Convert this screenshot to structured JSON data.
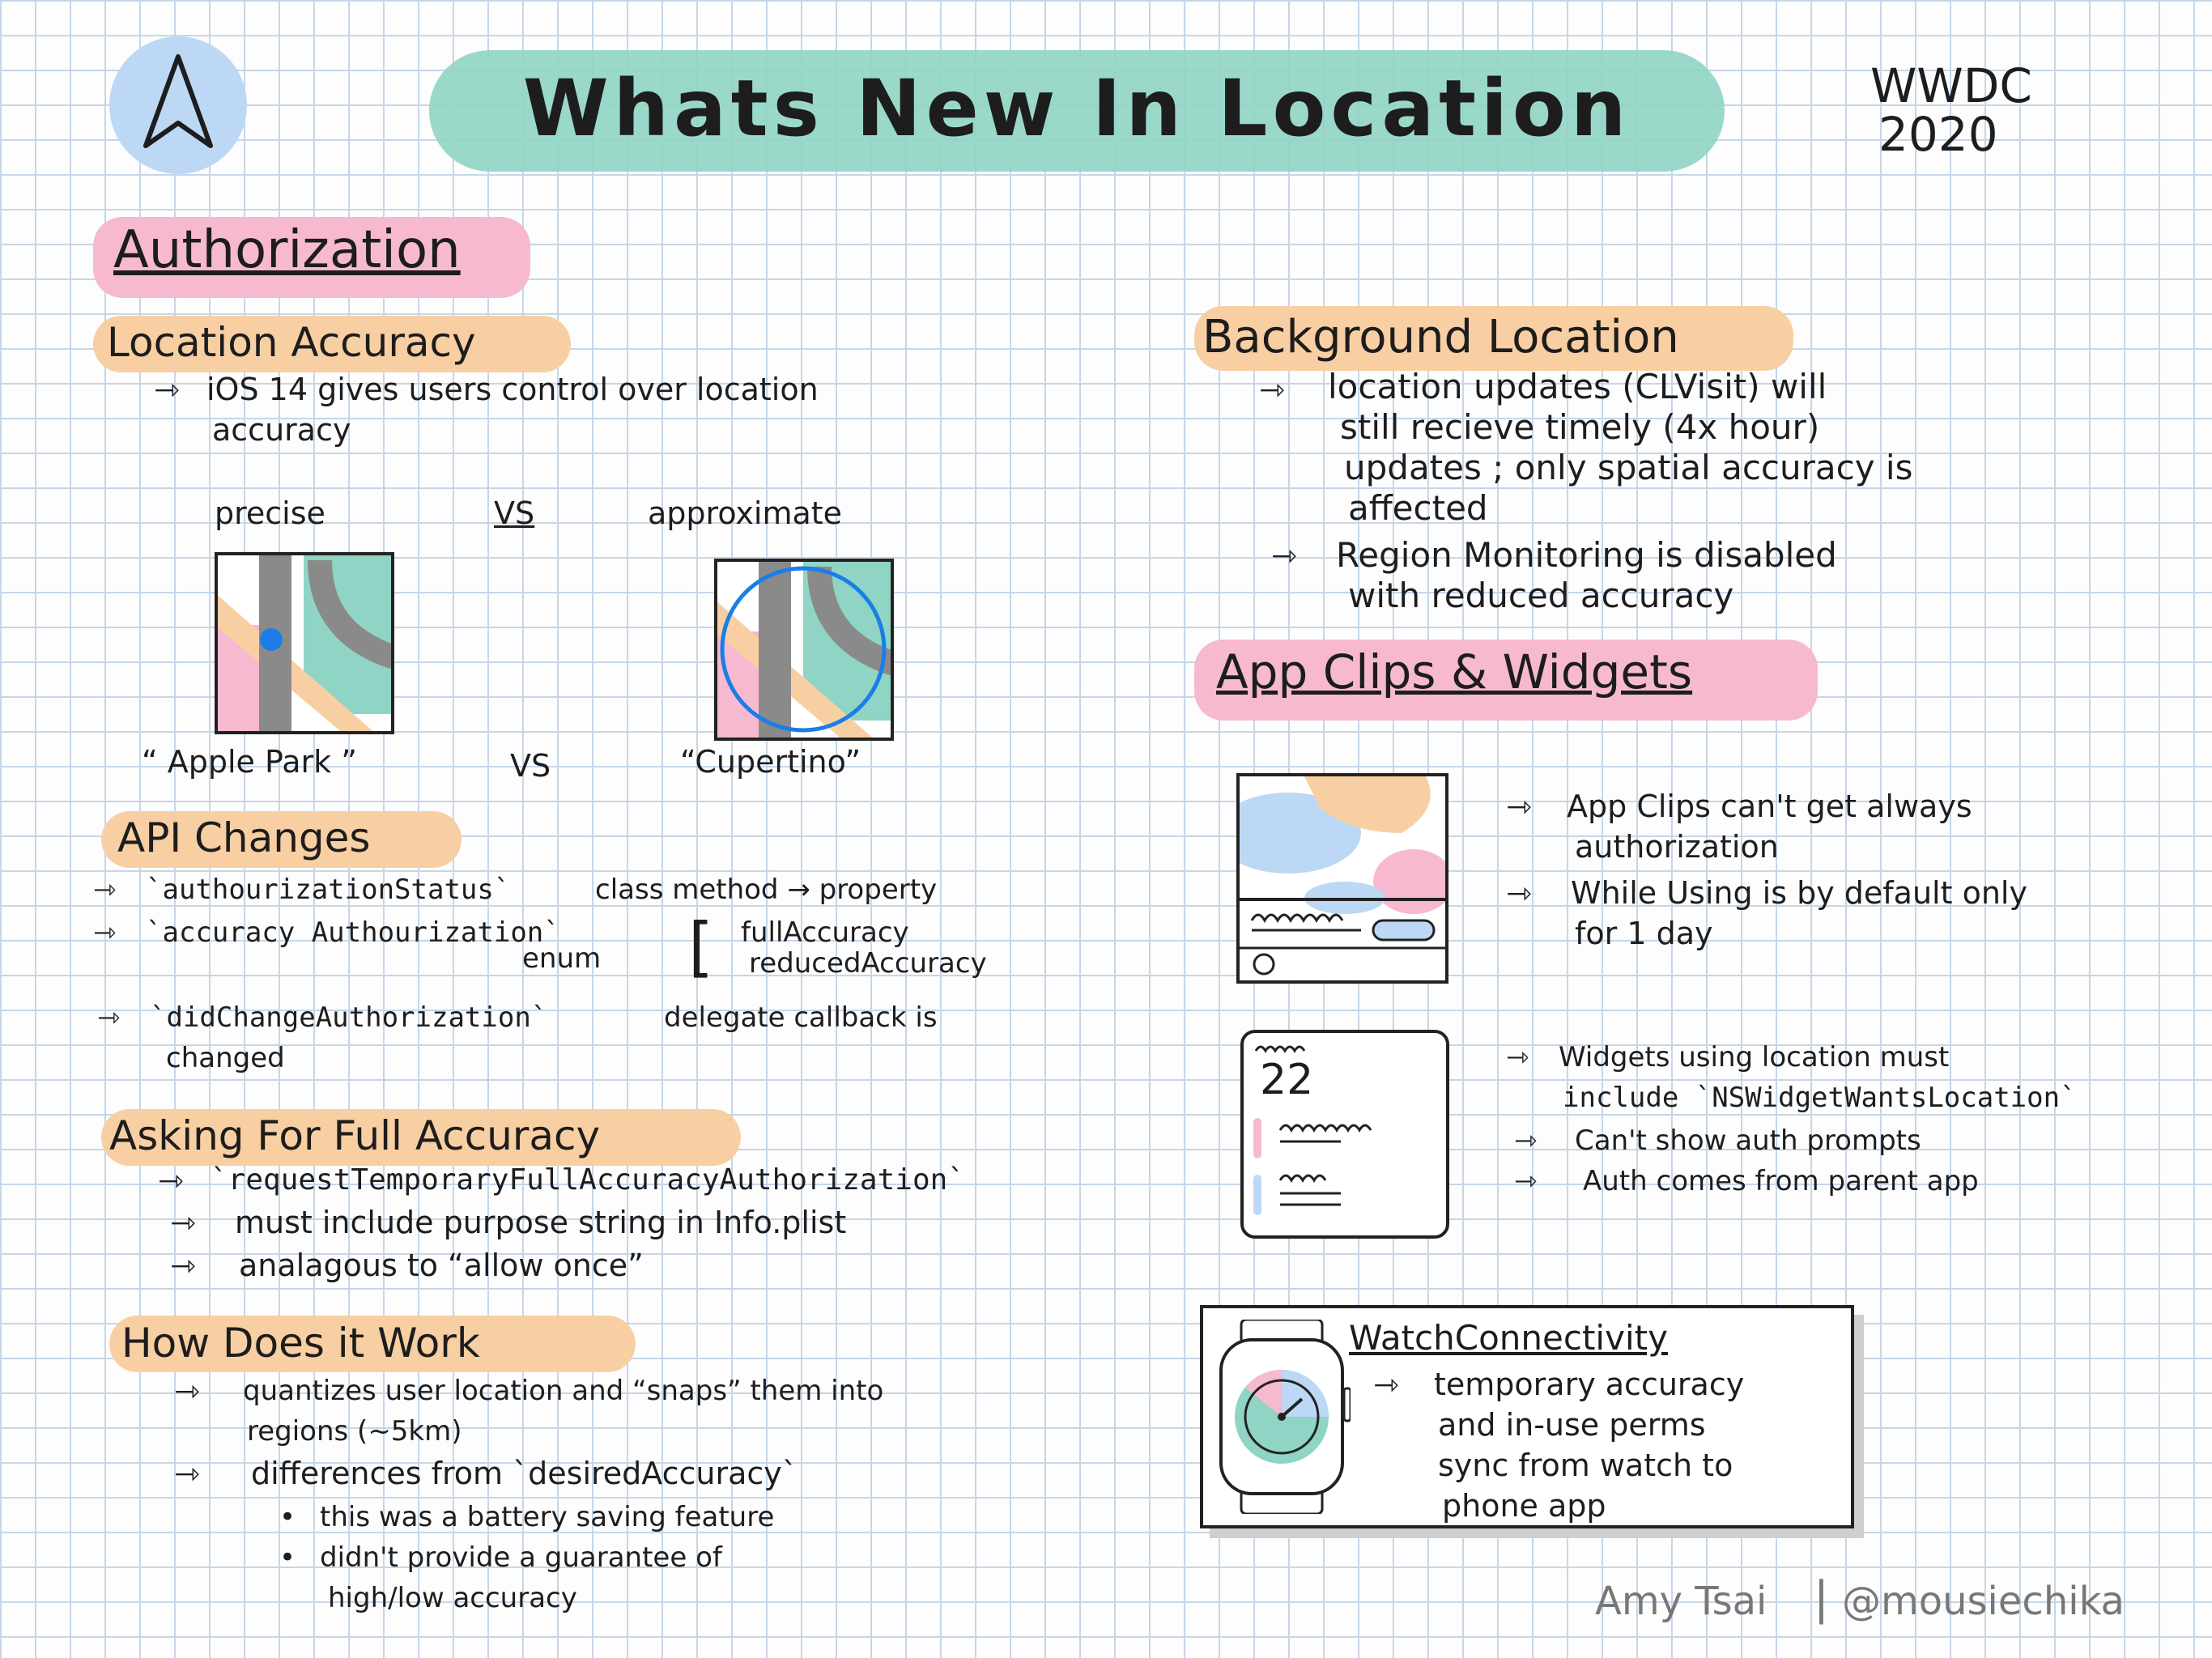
{
  "header": {
    "title": "Whats New In Location",
    "event_line1": "WWDC",
    "event_line2": "2020"
  },
  "colors": {
    "teal": "#8fd4c4",
    "pink": "#f6b9cf",
    "orange": "#f8cfa3",
    "blue": "#1a7ee6",
    "logo_blue": "#bcd8f5"
  },
  "icons": {
    "logo": "location-arrow-icon"
  },
  "authorization": {
    "heading": "Authorization",
    "location_accuracy": {
      "heading": "Location Accuracy",
      "bullet_line1": "iOS 14 gives users control over location",
      "bullet_line2": "accuracy",
      "label_precise": "precise",
      "label_vs_top": "VS",
      "label_approximate": "approximate",
      "caption_precise": "“ Apple Park ”",
      "caption_vs": "VS",
      "caption_approximate": "“Cupertino”"
    },
    "api_changes": {
      "heading": "API Changes",
      "line1_code": "`authourizationStatus`",
      "line1_text": "class method → property",
      "line2_code": "`accuracy Authourization`",
      "line2_enum": "enum",
      "enum_value1": "fullAccuracy",
      "enum_value2": "reducedAccuracy",
      "line3_code": "`didChangeAuthorization`",
      "line3_text": "delegate callback is",
      "line3_cont": "changed"
    },
    "asking_full_accuracy": {
      "heading": "Asking For Full Accuracy",
      "bullet1": "`requestTemporaryFullAccuracyAuthorization`",
      "bullet2": "must include purpose string in Info.plist",
      "bullet3": "analagous to “allow once”"
    },
    "how_it_works": {
      "heading": "How Does it Work",
      "bullet1_line1": "quantizes user location and “snaps” them into",
      "bullet1_line2": "regions (~5km)",
      "bullet2": "differences from `desiredAccuracy`",
      "sub1": "this was a battery saving feature",
      "sub2_line1": "didn't provide a guarantee of",
      "sub2_line2": "high/low accuracy"
    }
  },
  "background_location": {
    "heading": "Background Location",
    "bullet1_line1": "location updates (CLVisit) will",
    "bullet1_line2": "still recieve timely (4x hour)",
    "bullet1_line3": "updates ; only spatial accuracy is",
    "bullet1_line4": "affected",
    "bullet2_line1": "Region Monitoring is disabled",
    "bullet2_line2": "with reduced accuracy"
  },
  "app_clips_widgets": {
    "heading": "App Clips & Widgets",
    "clips_bullet1_line1": "App Clips can't get always",
    "clips_bullet1_line2": "authorization",
    "clips_bullet2_line1": "While Using is by default only",
    "clips_bullet2_line2": "for 1 day",
    "widget_number": "22",
    "widgets_bullet1_line1": "Widgets using location must",
    "widgets_bullet1_line2": "include `NSWidgetWantsLocation`",
    "widgets_bullet2": "Can't show auth prompts",
    "widgets_bullet3": "Auth comes from parent app"
  },
  "watch_connectivity": {
    "heading": "WatchConnectivity",
    "line1": "temporary accuracy",
    "line2": "and in-use perms",
    "line3": "sync from watch to",
    "line4": "phone app"
  },
  "signature": {
    "author": "Amy Tsai",
    "separator": "|",
    "handle": "@mousiechika"
  }
}
